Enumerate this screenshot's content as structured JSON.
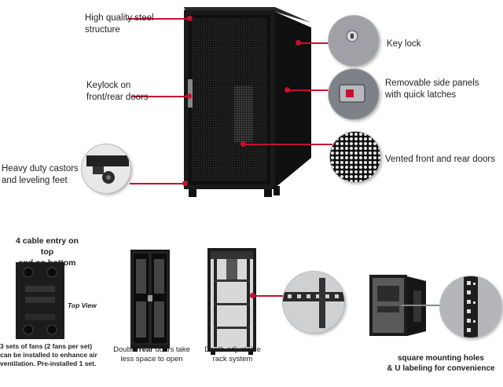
{
  "callouts": {
    "steel": "High quality steel structure",
    "steel_line1": "High quality steel",
    "steel_line2": "structure",
    "keylock_doors_line1": "Keylock on",
    "keylock_doors_line2": "front/rear doors",
    "castors_line1": "Heavy duty castors",
    "castors_line2": "and leveling feet",
    "key_lock": "Key lock",
    "side_panels_line1": "Removable side panels",
    "side_panels_line2": "with quick latches",
    "vented": "Vented front and rear doors"
  },
  "bottom": {
    "cable_line1": "4 cable entry on top",
    "cable_line2": "and on bottom",
    "top_view": "Top View",
    "fans_line1": "3 sets of fans (2 fans per set)",
    "fans_line2": "can be installed to enhance air",
    "fans_line3": "ventilation. Pre-installed 1 set.",
    "rear_doors_line1_a": "Double ",
    "rear_doors_line1_b": "rear",
    "rear_doors_line1_c": " doors take",
    "rear_doors_line2": "less space to open",
    "depth_line1": "Depth-adjustable",
    "depth_line2": "rack system",
    "holes_line1": "square mounting holes",
    "holes_line2": "& U labeling for convenience"
  },
  "colors": {
    "accent": "#c8102e",
    "cabinet": "#1b1b1b"
  }
}
